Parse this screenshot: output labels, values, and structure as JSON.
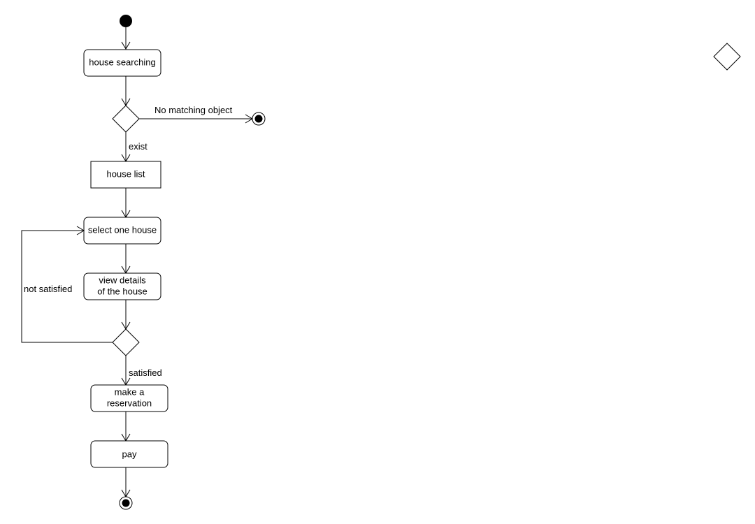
{
  "diagram": {
    "nodes": {
      "house_searching": "house searching",
      "house_list": "house list",
      "select_one_house": "select one house",
      "view_details_line1": "view details",
      "view_details_line2": "of the house",
      "make_reservation_line1": "make a",
      "make_reservation_line2": "reservation",
      "pay": "pay"
    },
    "edges": {
      "no_matching": "No matching object",
      "exist": "exist",
      "not_satisfied": "not satisfied",
      "satisfied": "satisfied"
    }
  },
  "colors": {
    "stroke": "#000000",
    "background": "#ffffff"
  }
}
